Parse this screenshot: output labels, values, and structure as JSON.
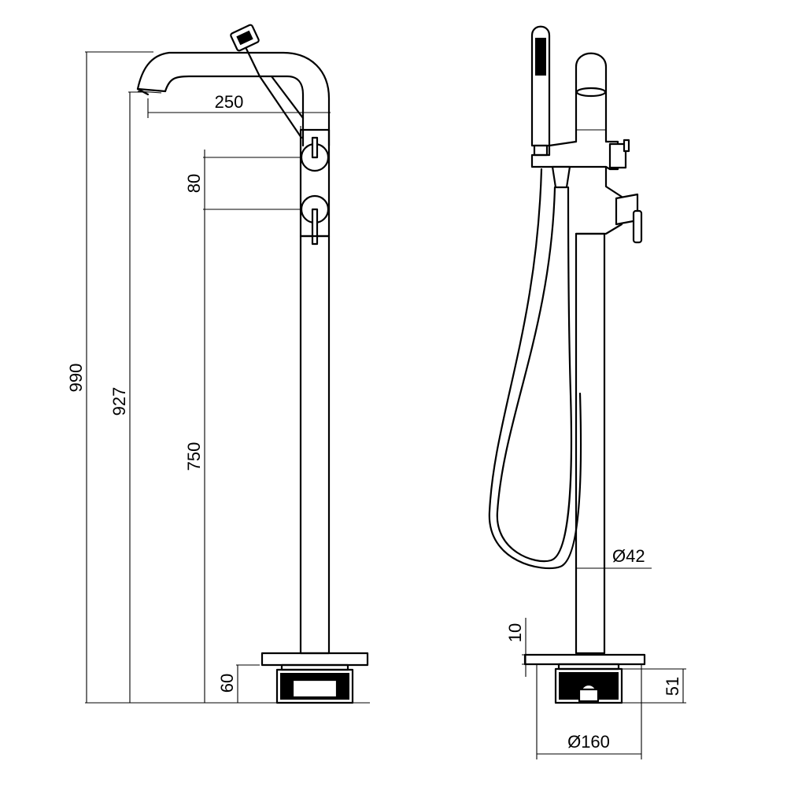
{
  "drawing": {
    "front_view": {
      "dimensions": {
        "overall_height": "990",
        "spout_height": "927",
        "lower_handle_height": "750",
        "handle_spacing": "80",
        "spout_reach": "250",
        "base_height": "60"
      }
    },
    "side_view": {
      "dimensions": {
        "pipe_diameter": "Ø42",
        "plate_thickness": "10",
        "box_height": "51",
        "plate_diameter": "Ø160"
      }
    }
  }
}
